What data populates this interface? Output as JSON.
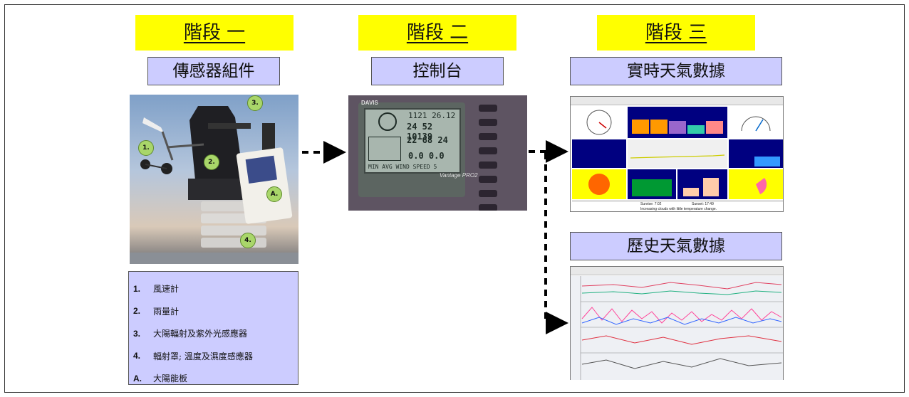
{
  "stages": [
    {
      "title": "階段 一",
      "subtitle": "傳感器組件"
    },
    {
      "title": "階段 二",
      "subtitle": "控制台"
    },
    {
      "title": "階段 三",
      "subtitle": "實時天氣數據"
    }
  ],
  "history_label": "歷史天氣數據",
  "sensor_badges": [
    "1.",
    "2.",
    "3.",
    "4.",
    "A."
  ],
  "legend": [
    {
      "key": "1.",
      "text": "風速計"
    },
    {
      "key": "2.",
      "text": "雨量計"
    },
    {
      "key": "3.",
      "text": "大陽輻射及紫外光感應器"
    },
    {
      "key": "4.",
      "text": "輻射罩; 溫度及濕度感應器"
    },
    {
      "key": "A.",
      "text": "大陽能板"
    }
  ],
  "console": {
    "brand": "DAVIS",
    "model": "Vantage PRO2",
    "lcd_top": "1121 26.12",
    "lcd_row1": "24  52 10139",
    "lcd_row2": "22  68   24",
    "lcd_row3": "0.0      0.0",
    "lcd_bottom": "MIN AVG WIND SPEED 5"
  },
  "realtime_screen": {
    "sunrise": "Sunrise:  7:02",
    "sunset": "Sunset:  17:49",
    "forecast": "Increasing clouds with little temperature change."
  },
  "colors": {
    "stage_bg": "#ffff00",
    "label_bg": "#ccccff",
    "navy": "#000080",
    "yellow_panel": "#ffff00"
  }
}
